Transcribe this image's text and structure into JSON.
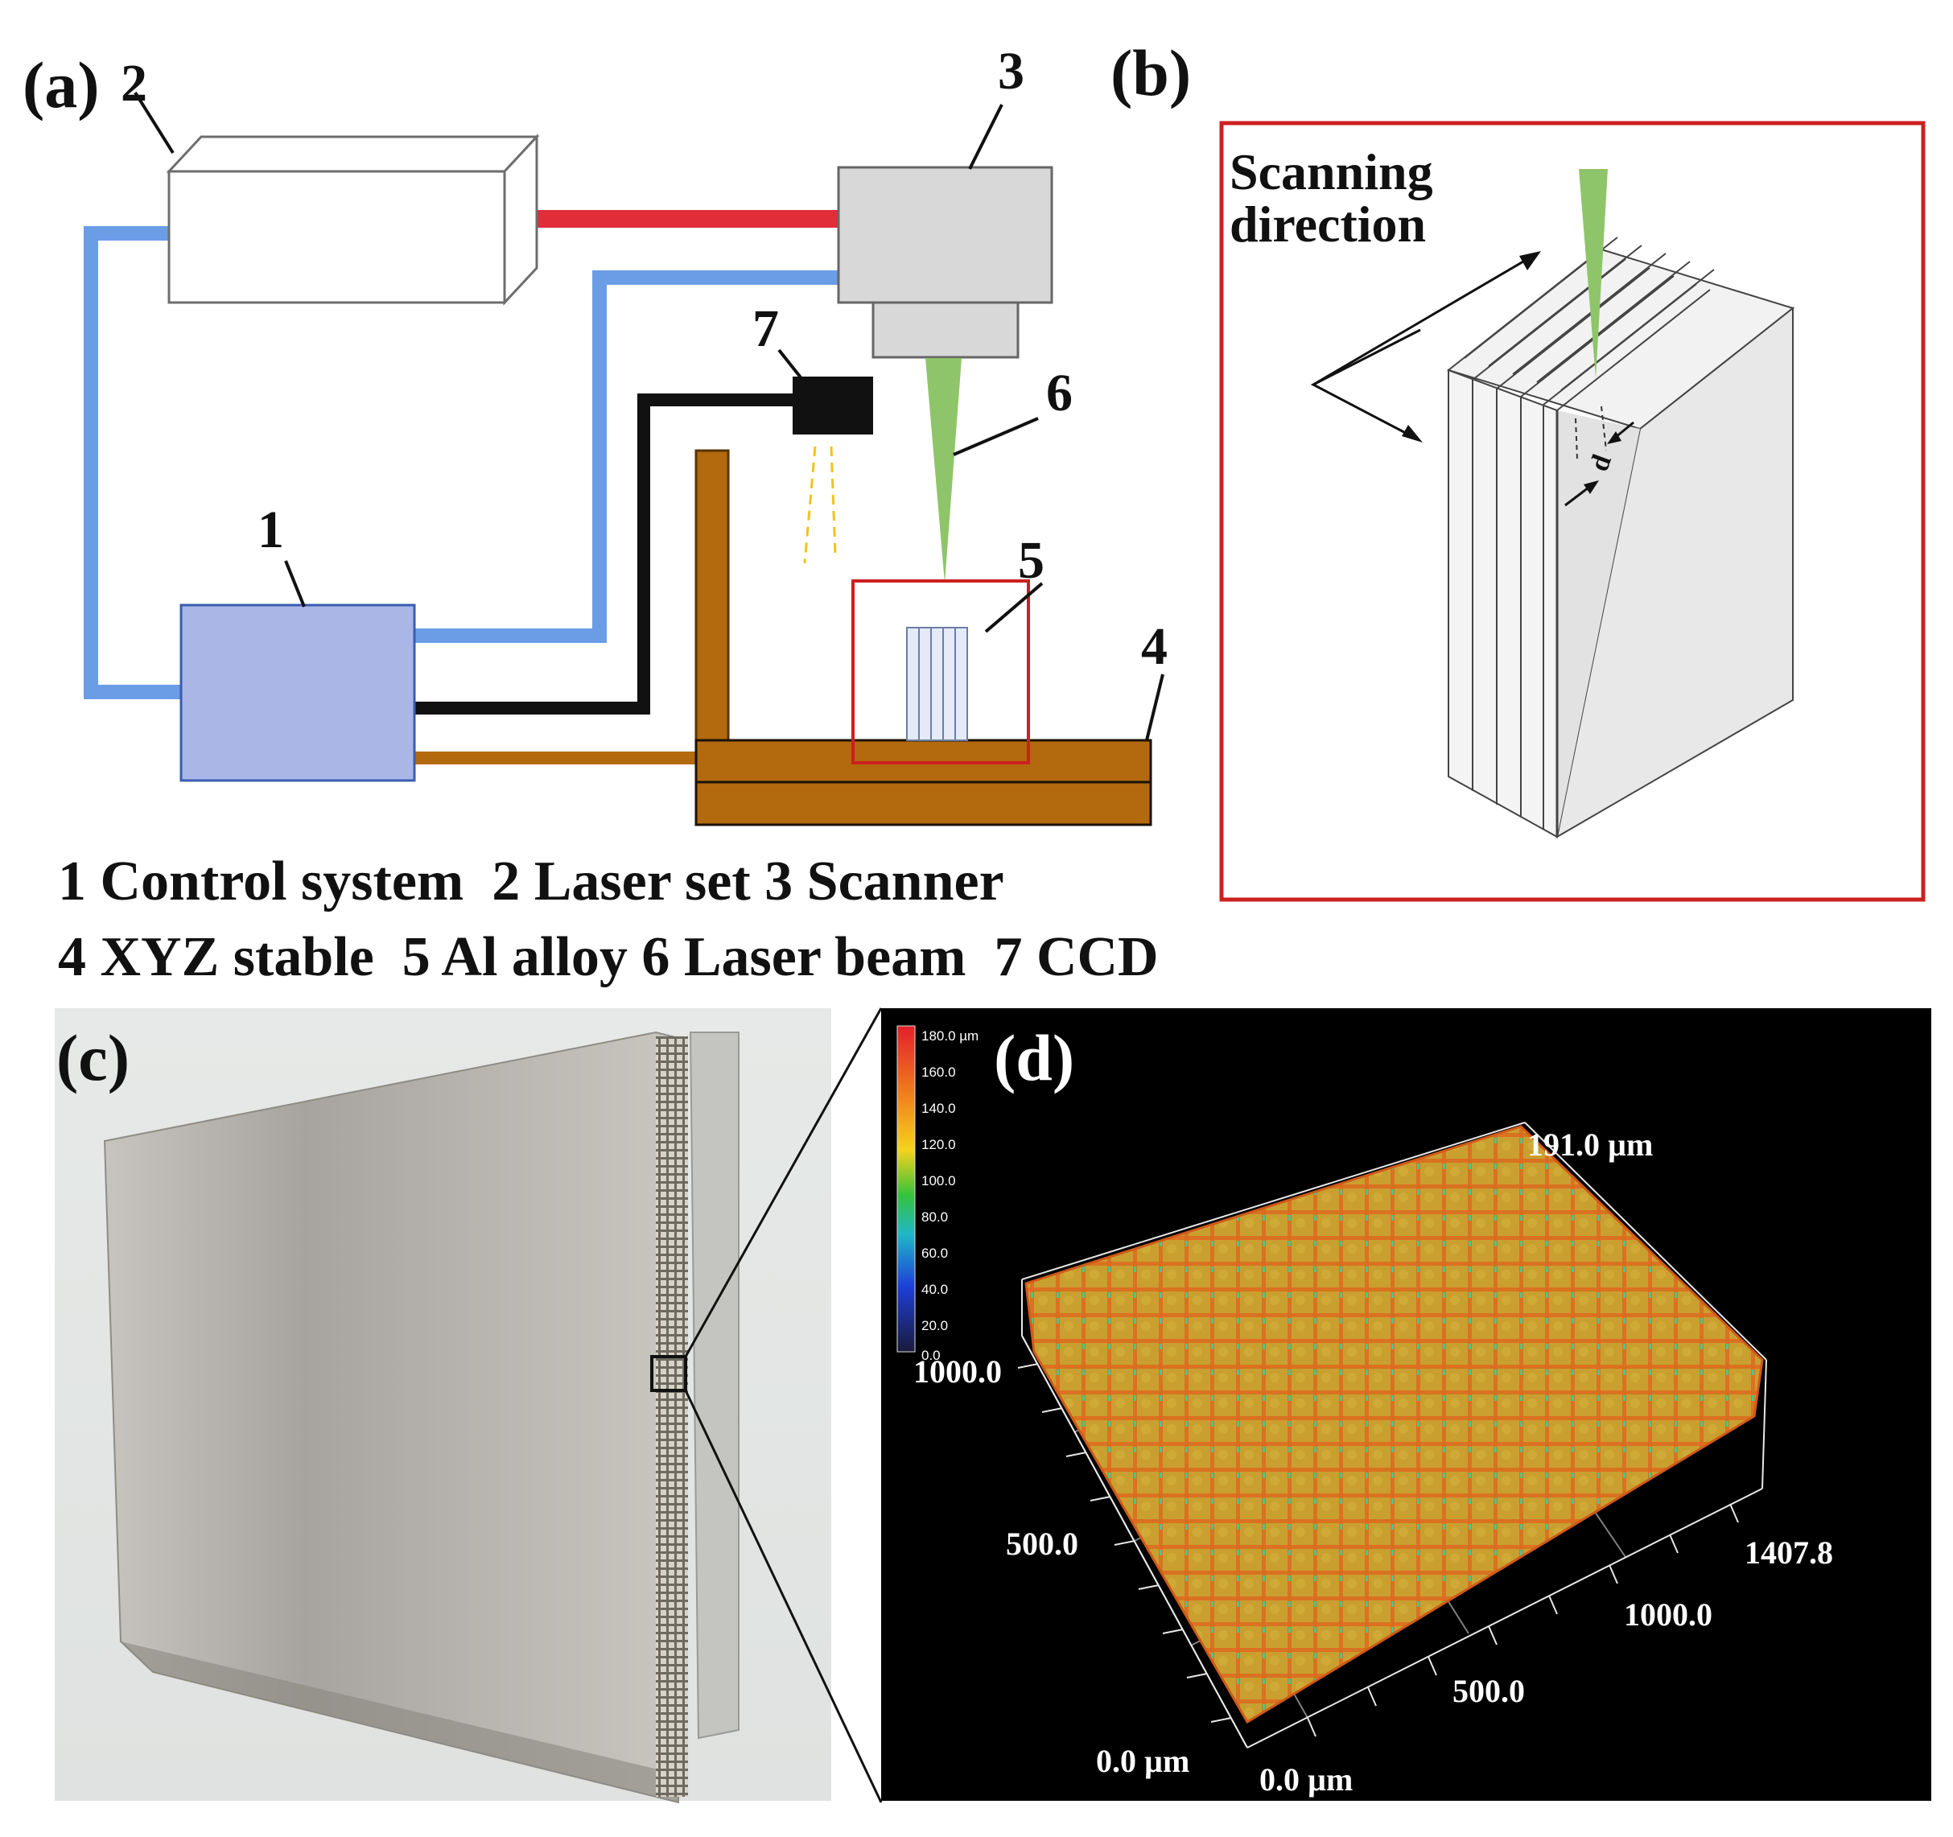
{
  "panel_labels": {
    "a": "(a)",
    "b": "(b)",
    "c": "(c)",
    "d": "(d)"
  },
  "component_numbers": [
    "1",
    "2",
    "3",
    "4",
    "5",
    "6",
    "7"
  ],
  "legend": {
    "line1": "1 Control system  2 Laser set 3 Scanner",
    "line2": "4 XYZ stable  5 Al alloy 6 Laser beam  7 CCD"
  },
  "panel_b": {
    "scan_label_line1": "Scanning",
    "scan_label_line2": "direction",
    "spacing_label": "d"
  },
  "panel_d": {
    "colorbar_ticks": [
      "180.0 µm",
      "160.0",
      "140.0",
      "120.0",
      "100.0",
      "80.0",
      "60.0",
      "40.0",
      "20.0",
      "0.0"
    ],
    "z_top_label": "191.0 µm",
    "y_axis_labels": [
      "1000.0",
      "500.0",
      "0.0 µm"
    ],
    "x_axis_labels": [
      "0.0 µm",
      "500.0",
      "1000.0",
      "1407.8"
    ]
  },
  "colors": {
    "signal_cable": "#6a9de6",
    "laser_fiber": "#e12c3a",
    "ccd_cable": "#111111",
    "stage_brown": "#b3690e",
    "control_box": "#a9b6e6",
    "scanner_gray": "#d8d8d8",
    "laser_beam_green": "#8fc56a",
    "highlight_red": "#cc2020",
    "surface_yellow": "#c8a32e",
    "surface_orange": "#e06a1c",
    "surface_green": "#4cc88c"
  }
}
